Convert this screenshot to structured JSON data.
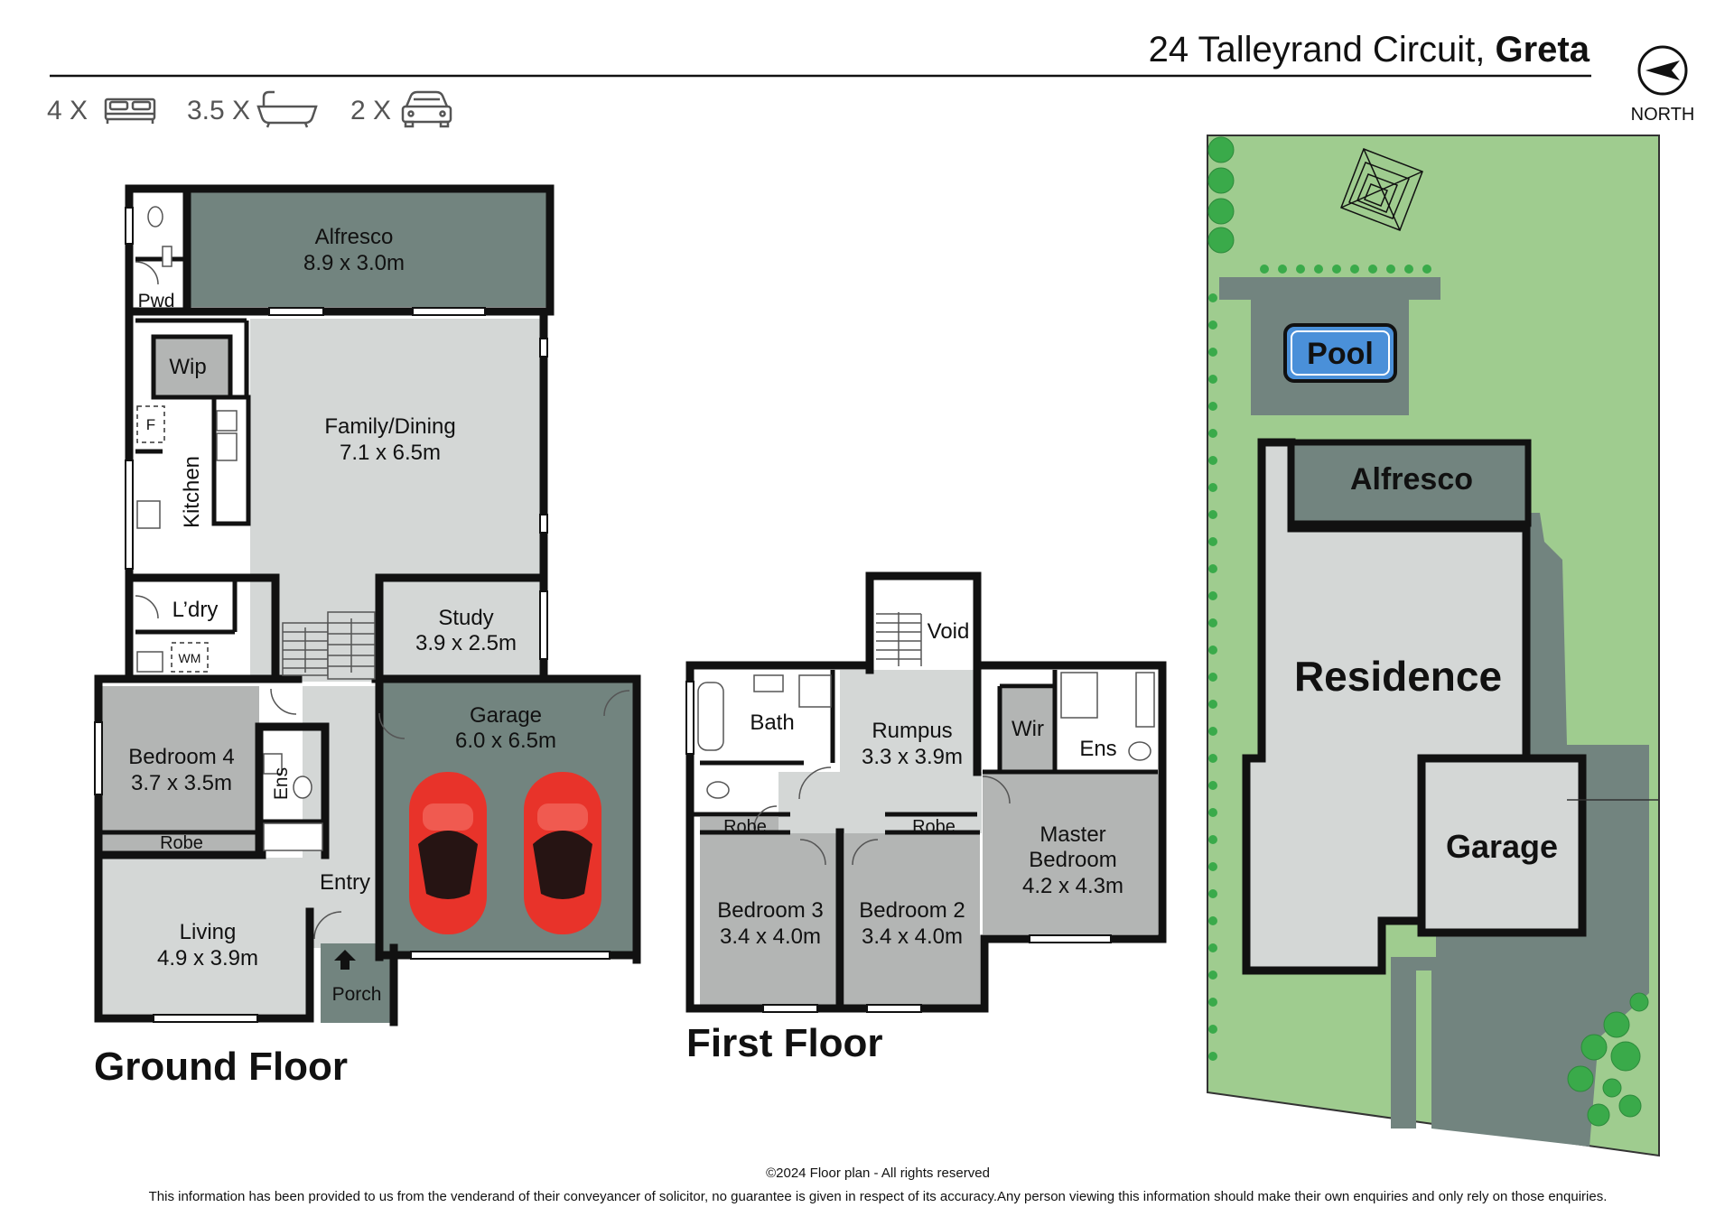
{
  "header": {
    "address_street": "24 Talleyrand Circuit, ",
    "address_suburb": "Greta",
    "north_label": "NORTH"
  },
  "features": {
    "bedrooms": "4 X",
    "bathrooms": "3.5 X",
    "cars": "2 X",
    "bed_icon": "bed-icon",
    "bath_icon": "bathtub-icon",
    "car_icon": "car-icon"
  },
  "ground_floor": {
    "title": "Ground Floor",
    "rooms": {
      "alfresco": {
        "name": "Alfresco",
        "dims": "8.9 x 3.0m"
      },
      "pwd": {
        "name": "Pwd"
      },
      "wip": {
        "name": "Wip"
      },
      "fridge": {
        "name": "F"
      },
      "kitchen": {
        "name": "Kitchen"
      },
      "family_dining": {
        "name": "Family/Dining",
        "dims": "7.1 x 6.5m"
      },
      "laundry": {
        "name": "L’dry"
      },
      "wm": {
        "name": "WM"
      },
      "study": {
        "name": "Study",
        "dims": "3.9 x 2.5m"
      },
      "garage": {
        "name": "Garage",
        "dims": "6.0 x 6.5m"
      },
      "bedroom4": {
        "name": "Bedroom 4",
        "dims": "3.7 x 3.5m"
      },
      "ens": {
        "name": "Ens"
      },
      "robe": {
        "name": "Robe"
      },
      "entry": {
        "name": "Entry"
      },
      "living": {
        "name": "Living",
        "dims": "4.9 x 3.9m"
      },
      "porch": {
        "name": "Porch"
      }
    }
  },
  "first_floor": {
    "title": "First Floor",
    "rooms": {
      "void": {
        "name": "Void"
      },
      "bath": {
        "name": "Bath"
      },
      "rumpus": {
        "name": "Rumpus",
        "dims": "3.3 x 3.9m"
      },
      "wir": {
        "name": "Wir"
      },
      "ens": {
        "name": "Ens"
      },
      "robe_left": {
        "name": "Robe"
      },
      "robe_right": {
        "name": "Robe"
      },
      "bedroom3": {
        "name": "Bedroom 3",
        "dims": "3.4 x 4.0m"
      },
      "bedroom2": {
        "name": "Bedroom 2",
        "dims": "3.4 x 4.0m"
      },
      "master": {
        "name_line1": "Master",
        "name_line2": "Bedroom",
        "dims": "4.2 x 4.3m"
      }
    }
  },
  "site_plan": {
    "pool": "Pool",
    "alfresco": "Alfresco",
    "residence": "Residence",
    "garage": "Garage"
  },
  "footer": {
    "copyright": "©2024 Floor plan  - All rights reserved",
    "disclaimer": "This information has been provided to us from the venderand of their conveyancer of solicitor, no guarantee is given in respect of its accuracy.Any person viewing this information should make their own enquiries and only rely on those enquiries."
  },
  "colors": {
    "room_grey": "#d4d7d6",
    "mid_grey": "#b3b5b4",
    "alfresco_green_grey": "#72847f",
    "lawn_green": "#9fcc8f",
    "tree_green": "#3aaa4a",
    "pool_blue": "#4a90d9",
    "car_red": "#e8332a",
    "wall_black": "#111111"
  }
}
